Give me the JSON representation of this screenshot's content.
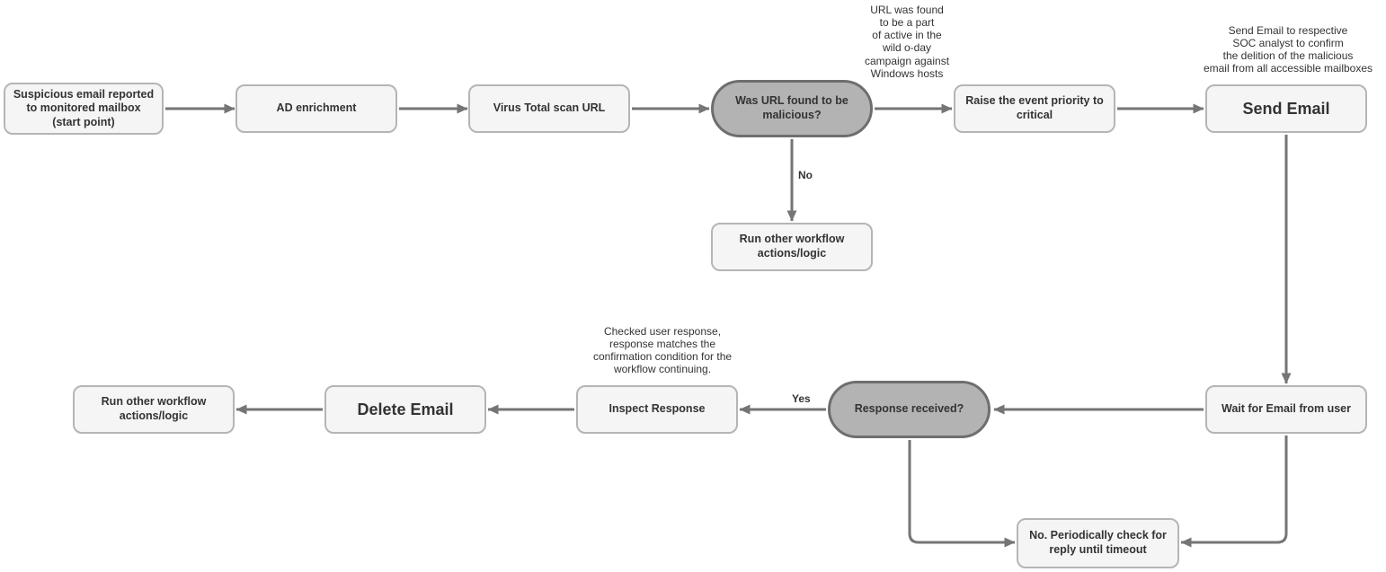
{
  "diagram": {
    "nodes": {
      "start": {
        "label": "Suspicious email reported to monitored mailbox (start point)"
      },
      "ad_enrichment": {
        "label": "AD enrichment"
      },
      "virus_total": {
        "label": "Virus Total scan URL"
      },
      "url_malicious": {
        "label": "Was URL found to be malicious?"
      },
      "raise_priority": {
        "label": "Raise the event priority to critical"
      },
      "send_email": {
        "label": "Send Email"
      },
      "run_other_top": {
        "label": "Run other workflow actions/logic"
      },
      "run_other_bottom": {
        "label": "Run other workflow actions/logic"
      },
      "delete_email": {
        "label": "Delete Email"
      },
      "inspect_response": {
        "label": "Inspect Response"
      },
      "response_received": {
        "label": "Response received?"
      },
      "wait_email": {
        "label": "Wait for Email from user"
      },
      "periodic_check": {
        "label": "No. Periodically check for reply until timeout"
      }
    },
    "annotations": {
      "url_campaign": "URL was found\nto be a part\nof active in the\nwild o-day\ncampaign against\nWindows hosts",
      "send_email_note": "Send Email to respective\nSOC analyst to confirm\nthe delition of the malicious\nemail from all accessible mailboxes",
      "inspect_note": "Checked user response,\nresponse matches the\nconfirmation condition for the\nworkflow continuing."
    },
    "edge_labels": {
      "no": "No",
      "yes": "Yes"
    },
    "colors": {
      "node_fill": "#f5f5f5",
      "node_border": "#b5b5b5",
      "decision_fill": "#b3b3b3",
      "decision_border": "#6e6e6e",
      "arrow": "#757575",
      "text": "#333333"
    }
  }
}
